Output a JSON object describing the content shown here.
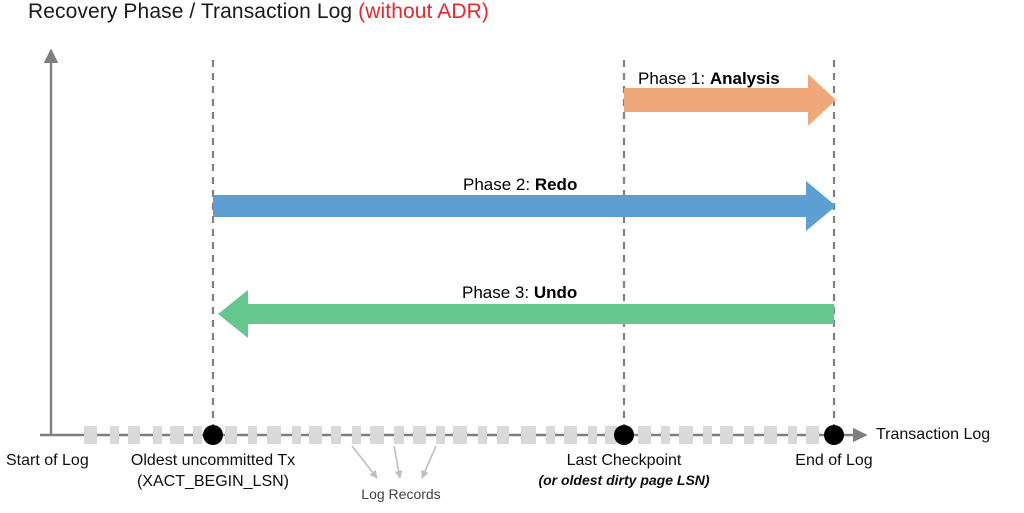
{
  "title": {
    "main": "Recovery Phase / Transaction Log ",
    "suffix": "(without ADR)"
  },
  "colors": {
    "phase1_arrow": "#F0A87A",
    "phase2_arrow": "#5D9FD3",
    "phase3_arrow": "#66C78E",
    "axis": "#7F7F7F",
    "log_record": "#D9D9D9",
    "marker_dot": "#000000",
    "guide_line": "#808080",
    "title_accent": "#E8262B",
    "callout_arrow": "#BFBFBF"
  },
  "phases": [
    {
      "id": "phase-1",
      "prefix": "Phase 1: ",
      "name": "Analysis",
      "direction": "right",
      "color": "#F0A87A"
    },
    {
      "id": "phase-2",
      "prefix": "Phase 2: ",
      "name": "Redo",
      "direction": "right",
      "color": "#5D9FD3"
    },
    {
      "id": "phase-3",
      "prefix": "Phase 3: ",
      "name": "Undo",
      "direction": "left",
      "color": "#66C78E"
    }
  ],
  "axis": {
    "x_title": "Transaction Log",
    "start_label": "Start of Log"
  },
  "markers": [
    {
      "id": "oldest-tx",
      "main": "Oldest uncommitted Tx",
      "sub": "(XACT_BEGIN_LSN)"
    },
    {
      "id": "checkpoint",
      "main": "Last Checkpoint",
      "sub": "(or oldest dirty page LSN)"
    },
    {
      "id": "end-of-log",
      "main": "End of Log",
      "sub": ""
    }
  ],
  "callout": {
    "log_records": "Log Records"
  }
}
